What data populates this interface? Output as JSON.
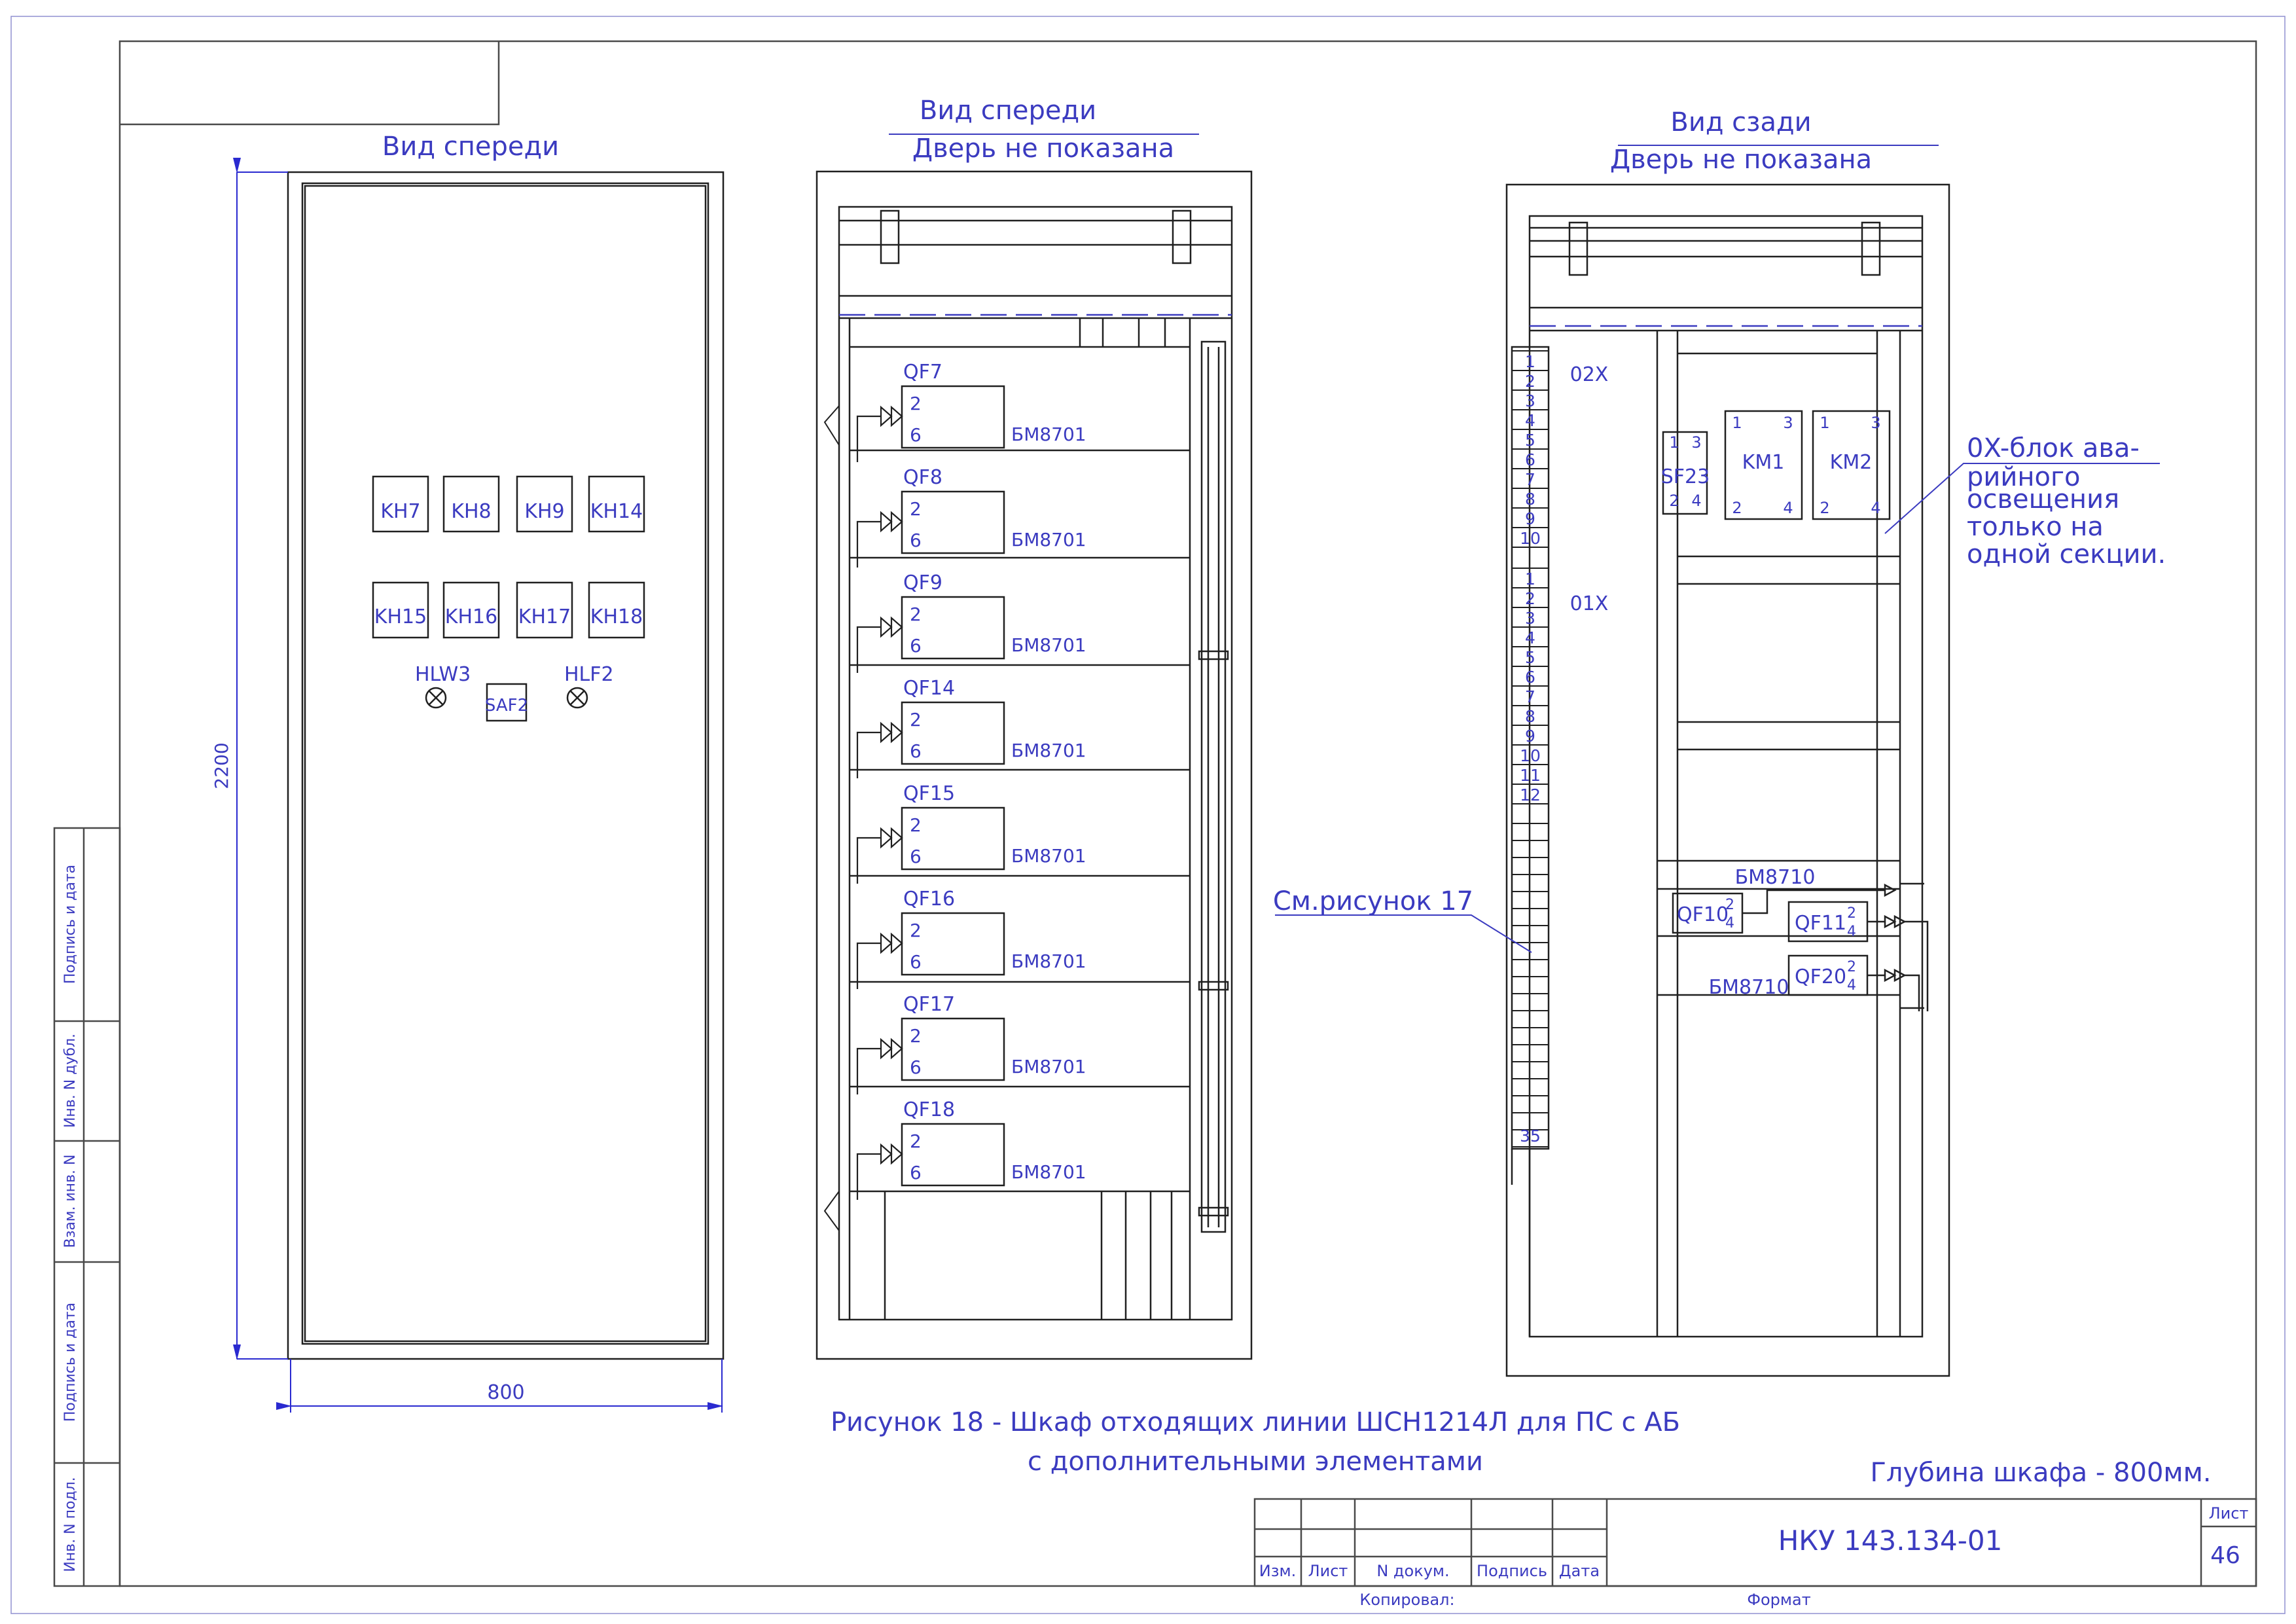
{
  "colors": {
    "line": "#202020",
    "text": "#3b3bc0",
    "frame": "#4a4a4a",
    "background": "#ffffff"
  },
  "front_view": {
    "title": "Вид спереди",
    "height_dim": "2200",
    "width_dim": "800",
    "row1": [
      "KH7",
      "KH8",
      "KH9",
      "KH14"
    ],
    "row2": [
      "KH15",
      "KH16",
      "KH17",
      "KH18"
    ],
    "lamp_left": "HLW3",
    "lamp_right": "HLF2",
    "switch": "SAF2"
  },
  "middle_view": {
    "title": "Вид спереди",
    "subtitle": "Дверь не показана",
    "breakers": [
      {
        "label": "QF7",
        "top": "2",
        "bottom": "6",
        "block": "БМ8701"
      },
      {
        "label": "QF8",
        "top": "2",
        "bottom": "6",
        "block": "БМ8701"
      },
      {
        "label": "QF9",
        "top": "2",
        "bottom": "6",
        "block": "БМ8701"
      },
      {
        "label": "QF14",
        "top": "2",
        "bottom": "6",
        "block": "БМ8701"
      },
      {
        "label": "QF15",
        "top": "2",
        "bottom": "6",
        "block": "БМ8701"
      },
      {
        "label": "QF16",
        "top": "2",
        "bottom": "6",
        "block": "БМ8701"
      },
      {
        "label": "QF17",
        "top": "2",
        "bottom": "6",
        "block": "БМ8701"
      },
      {
        "label": "QF18",
        "top": "2",
        "bottom": "6",
        "block": "БМ8701"
      }
    ]
  },
  "rear_view": {
    "title": "Вид сзади",
    "subtitle": "Дверь не показана",
    "terminal_block_1": {
      "label": "02X",
      "numbers": [
        "1",
        "2",
        "3",
        "4",
        "5",
        "6",
        "7",
        "8",
        "9",
        "10"
      ]
    },
    "terminal_block_2": {
      "label": "01X",
      "numbers": [
        "1",
        "2",
        "3",
        "4",
        "5",
        "6",
        "7",
        "8",
        "9",
        "10",
        "11",
        "12"
      ]
    },
    "terminal_last": "35",
    "reference_note": "См.рисунок 17",
    "sf23": {
      "label": "SF23",
      "t1": "1",
      "t3": "3",
      "t2": "2",
      "t4": "4"
    },
    "km1": {
      "label": "KM1",
      "t1": "1",
      "t3": "3",
      "t2": "2",
      "t4": "4"
    },
    "km2": {
      "label": "KM2",
      "t1": "1",
      "t3": "3",
      "t2": "2",
      "t4": "4"
    },
    "note_lines": [
      "0X-блок ава-",
      "рийного",
      "освещения",
      "только на",
      "одной секции."
    ],
    "bm_top": "БМ8710",
    "qf10": {
      "label": "QF10",
      "t2": "2",
      "t4": "4"
    },
    "qf11": {
      "label": "QF11",
      "t2": "2",
      "t4": "4"
    },
    "qf20": {
      "label": "QF20",
      "t2": "2",
      "t4": "4"
    },
    "bm_bottom": "БМ8710"
  },
  "caption": {
    "line1": "Рисунок 18 - Шкаф отходящих линии ШСН1214Л для ПС с АБ",
    "line2": "с дополнительными элементами",
    "depth": "Глубина шкафа - 800мм."
  },
  "side_stamps": [
    "Подпись и дата",
    "Инв. N дубл.",
    "Взам. инв. N",
    "Подпись и дата",
    "Инв. N подл."
  ],
  "title_block": {
    "headers": [
      "Изм.",
      "Лист",
      "N докум.",
      "Подпись",
      "Дата"
    ],
    "doc_number": "НКУ 143.134-01",
    "sheet_label": "Лист",
    "sheet_number": "46",
    "copied": "Копировал:",
    "format": "Формат"
  }
}
